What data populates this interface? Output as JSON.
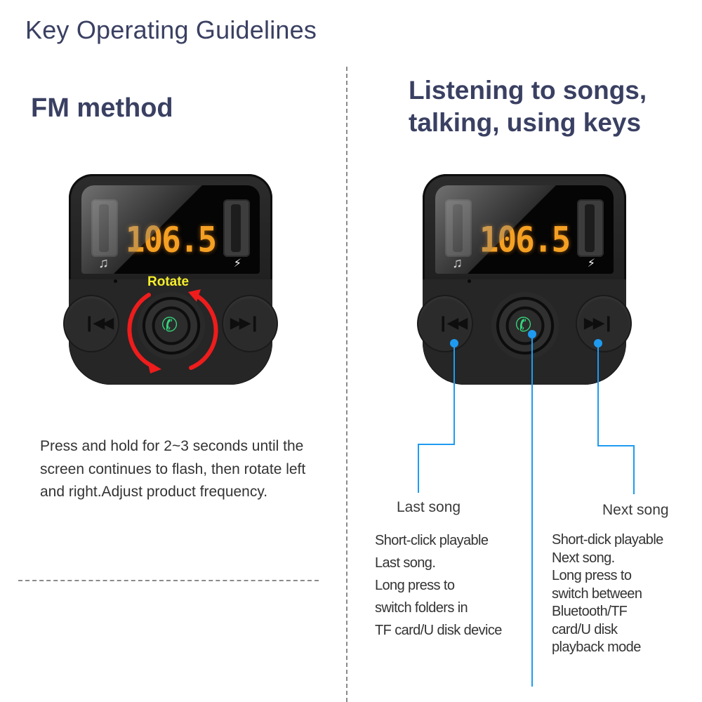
{
  "page": {
    "title": "Key Operating Guidelines"
  },
  "left_section": {
    "heading": "FM method",
    "device": {
      "frequency": "106.5",
      "overlay_label": "Rotate",
      "icons": {
        "music": "music-note-icon",
        "charge": "lightning-bolt-icon",
        "call": "phone-icon",
        "prev": "previous-track-icon",
        "next": "next-track-icon",
        "rotate_arrows": "rotate-arrows-icon"
      }
    },
    "description": "Press and hold for 2~3 seconds until the screen continues to flash, then rotate left and right.Adjust product frequency."
  },
  "right_section": {
    "heading_line1": "Listening to songs,",
    "heading_line2": "talking, using keys",
    "device": {
      "frequency": "106.5"
    },
    "callouts": [
      {
        "label": "Last song",
        "lines": [
          "Short-click playable",
          "Last song.",
          "Long press to",
          "switch folders in",
          "TF card/U disk device"
        ]
      },
      {
        "label": "Next song",
        "lines": [
          "Short-dick playable",
          "Next song.",
          "Long press to",
          "switch between",
          "Bluetooth/TF",
          "card/U disk",
          "playback mode"
        ]
      }
    ]
  },
  "colors": {
    "heading": "#3a4062",
    "body_text": "#333333",
    "callout_line": "#1e9bf0",
    "display_digits": "#f5a023",
    "rotate_label": "#f5ee2a",
    "rotate_arrows": "#ee1c1c",
    "call_icon": "#34d67c",
    "divider": "#8a8a8a"
  }
}
